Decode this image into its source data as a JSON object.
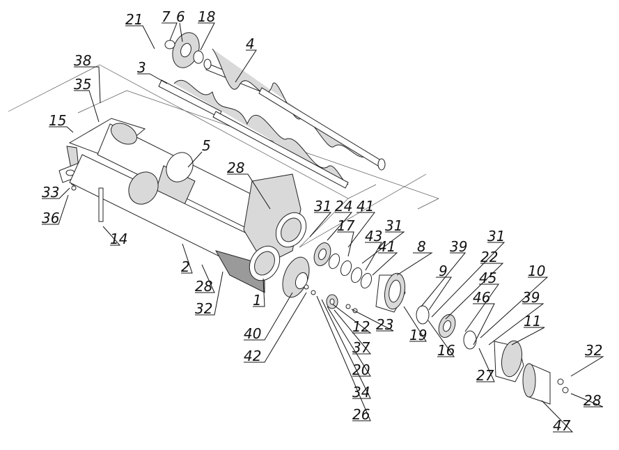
{
  "callouts": [
    {
      "id": "c21",
      "text": "21"
    },
    {
      "id": "c7",
      "text": "7"
    },
    {
      "id": "c6",
      "text": "6"
    },
    {
      "id": "c18",
      "text": "18"
    },
    {
      "id": "c4",
      "text": "4"
    },
    {
      "id": "c3",
      "text": "3"
    },
    {
      "id": "c38",
      "text": "38"
    },
    {
      "id": "c35",
      "text": "35"
    },
    {
      "id": "c15",
      "text": "15"
    },
    {
      "id": "c5",
      "text": "5"
    },
    {
      "id": "c28a",
      "text": "28"
    },
    {
      "id": "c33",
      "text": "33"
    },
    {
      "id": "c36",
      "text": "36"
    },
    {
      "id": "c14",
      "text": "14"
    },
    {
      "id": "c31a",
      "text": "31"
    },
    {
      "id": "c24",
      "text": "24"
    },
    {
      "id": "c41a",
      "text": "41"
    },
    {
      "id": "c17",
      "text": "17"
    },
    {
      "id": "c31b",
      "text": "31"
    },
    {
      "id": "c43",
      "text": "43"
    },
    {
      "id": "c41b",
      "text": "41"
    },
    {
      "id": "c8",
      "text": "8"
    },
    {
      "id": "c39a",
      "text": "39"
    },
    {
      "id": "c31c",
      "text": "31"
    },
    {
      "id": "c22",
      "text": "22"
    },
    {
      "id": "c9",
      "text": "9"
    },
    {
      "id": "c45",
      "text": "45"
    },
    {
      "id": "c10",
      "text": "10"
    },
    {
      "id": "c46",
      "text": "46"
    },
    {
      "id": "c39b",
      "text": "39"
    },
    {
      "id": "c11",
      "text": "11"
    },
    {
      "id": "c2",
      "text": "2"
    },
    {
      "id": "c28b",
      "text": "28"
    },
    {
      "id": "c32a",
      "text": "32"
    },
    {
      "id": "c1",
      "text": "1"
    },
    {
      "id": "c40",
      "text": "40"
    },
    {
      "id": "c42",
      "text": "42"
    },
    {
      "id": "c12",
      "text": "12"
    },
    {
      "id": "c23",
      "text": "23"
    },
    {
      "id": "c19",
      "text": "19"
    },
    {
      "id": "c16",
      "text": "16"
    },
    {
      "id": "c37",
      "text": "37"
    },
    {
      "id": "c20",
      "text": "20"
    },
    {
      "id": "c34",
      "text": "34"
    },
    {
      "id": "c26",
      "text": "26"
    },
    {
      "id": "c27",
      "text": "27"
    },
    {
      "id": "c32b",
      "text": "32"
    },
    {
      "id": "c28c",
      "text": "28"
    },
    {
      "id": "c47",
      "text": "47"
    }
  ]
}
